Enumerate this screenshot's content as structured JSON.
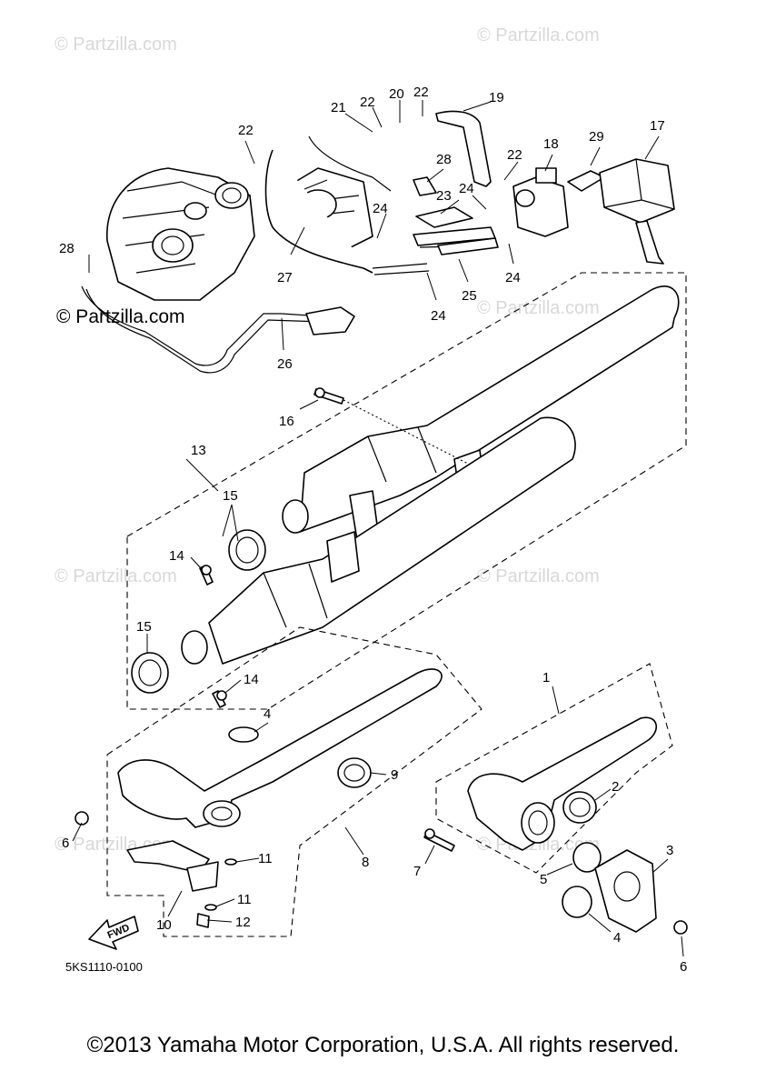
{
  "watermarks": [
    "© Partzilla.com",
    "© Partzilla.com",
    "© Partzilla.com",
    "© Partzilla.com",
    "© Partzilla.com",
    "© Partzilla.com",
    "© Partzilla.com",
    "© Partzilla.com",
    "© Partzilla.com"
  ],
  "watermark_dark": "© Partzilla.com",
  "callouts": {
    "c1": "1",
    "c2": "2",
    "c3": "3",
    "c4a": "4",
    "c4b": "4",
    "c5": "5",
    "c6a": "6",
    "c6b": "6",
    "c7": "7",
    "c8": "8",
    "c9": "9",
    "c10": "10",
    "c11a": "11",
    "c11b": "11",
    "c12": "12",
    "c13": "13",
    "c14a": "14",
    "c14b": "14",
    "c15a": "15",
    "c15b": "15",
    "c16": "16",
    "c17": "17",
    "c18": "18",
    "c19": "19",
    "c20": "20",
    "c21": "21",
    "c22a": "22",
    "c22b": "22",
    "c22c": "22",
    "c22d": "22",
    "c23": "23",
    "c24a": "24",
    "c24b": "24",
    "c24c": "24",
    "c24d": "24",
    "c25": "25",
    "c26": "26",
    "c27": "27",
    "c28a": "28",
    "c28b": "28",
    "c29": "29"
  },
  "fwd_label": "FWD",
  "diagram_code": "5KS1110-0100",
  "copyright": "©2013 Yamaha Motor Corporation, U.S.A. All rights reserved."
}
